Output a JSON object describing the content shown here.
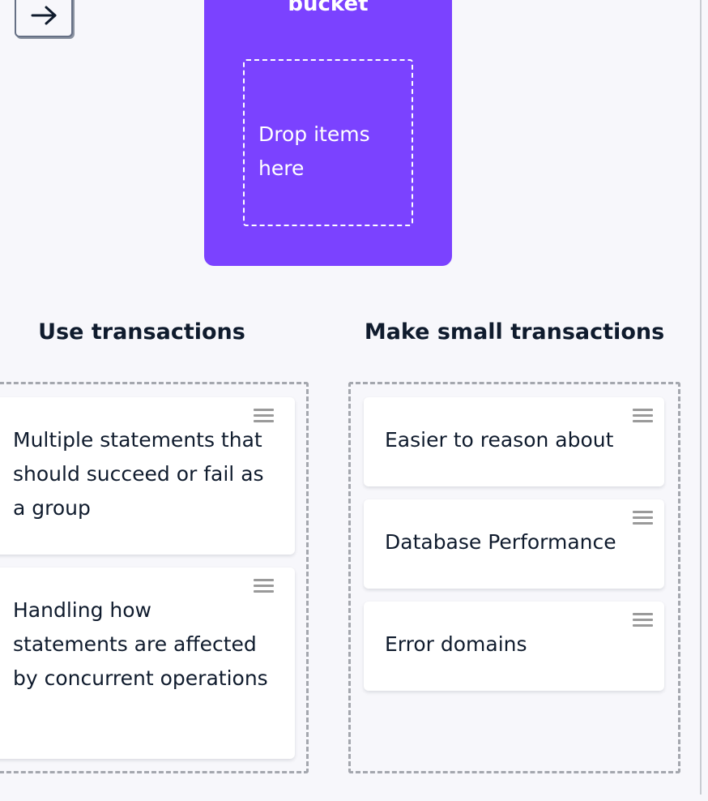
{
  "top_button": {
    "icon": "arrow-right-icon"
  },
  "bucket": {
    "title": "bucket",
    "drop_text": "Drop items here",
    "color": "#7b42ff"
  },
  "columns": [
    {
      "title": "Use transactions",
      "cards": [
        {
          "text": "Multiple statements that should succeed or fail as a group"
        },
        {
          "text": "Handling how statements are affected by concurrent operations"
        }
      ]
    },
    {
      "title": "Make small transactions",
      "cards": [
        {
          "text": "Easier to reason about"
        },
        {
          "text": "Database Performance"
        },
        {
          "text": "Error domains"
        }
      ]
    }
  ]
}
